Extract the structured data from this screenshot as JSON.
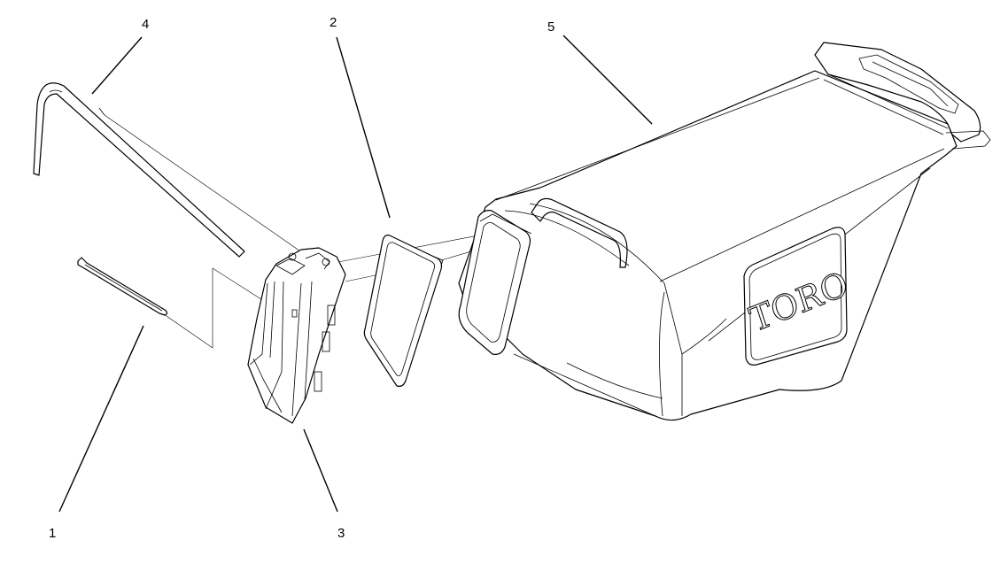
{
  "callouts": {
    "part_1": "1",
    "part_2": "2",
    "part_3": "3",
    "part_4": "4",
    "part_5": "5"
  },
  "logo": {
    "text": "TORO"
  }
}
